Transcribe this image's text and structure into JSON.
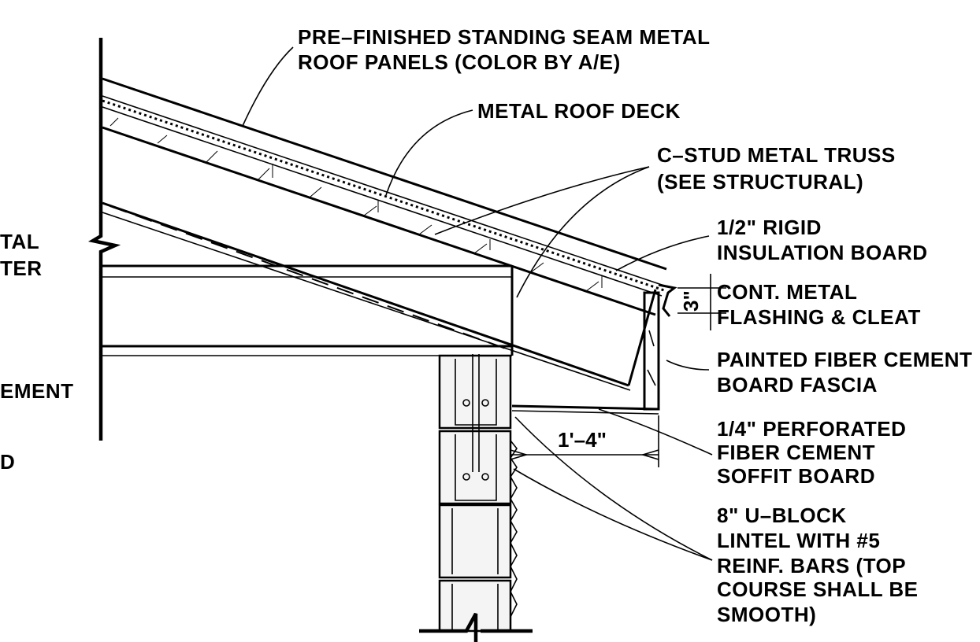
{
  "labels": {
    "roof_panels": [
      "PRE–FINISHED STANDING SEAM METAL",
      "ROOF PANELS (COLOR BY A/E)"
    ],
    "roof_deck": "METAL ROOF DECK",
    "truss": [
      "C–STUD METAL TRUSS",
      "(SEE STRUCTURAL)"
    ],
    "insulation": [
      "1/2\" RIGID",
      "INSULATION BOARD"
    ],
    "flashing": [
      "CONT. METAL",
      "FLASHING & CLEAT"
    ],
    "fascia": [
      "PAINTED FIBER CEMENT",
      "BOARD FASCIA"
    ],
    "soffit": [
      "1/4\" PERFORATED",
      "FIBER CEMENT",
      "SOFFIT BOARD"
    ],
    "lintel": [
      "8\" U–BLOCK",
      "LINTEL WITH #5",
      "REINF. BARS (TOP",
      "COURSE SHALL BE",
      "SMOOTH)"
    ],
    "cut_left": [
      "TAL",
      "TER",
      "EMENT",
      "D"
    ]
  },
  "dimensions": {
    "overhang": "1'–4\"",
    "flashing_height": "3\""
  }
}
